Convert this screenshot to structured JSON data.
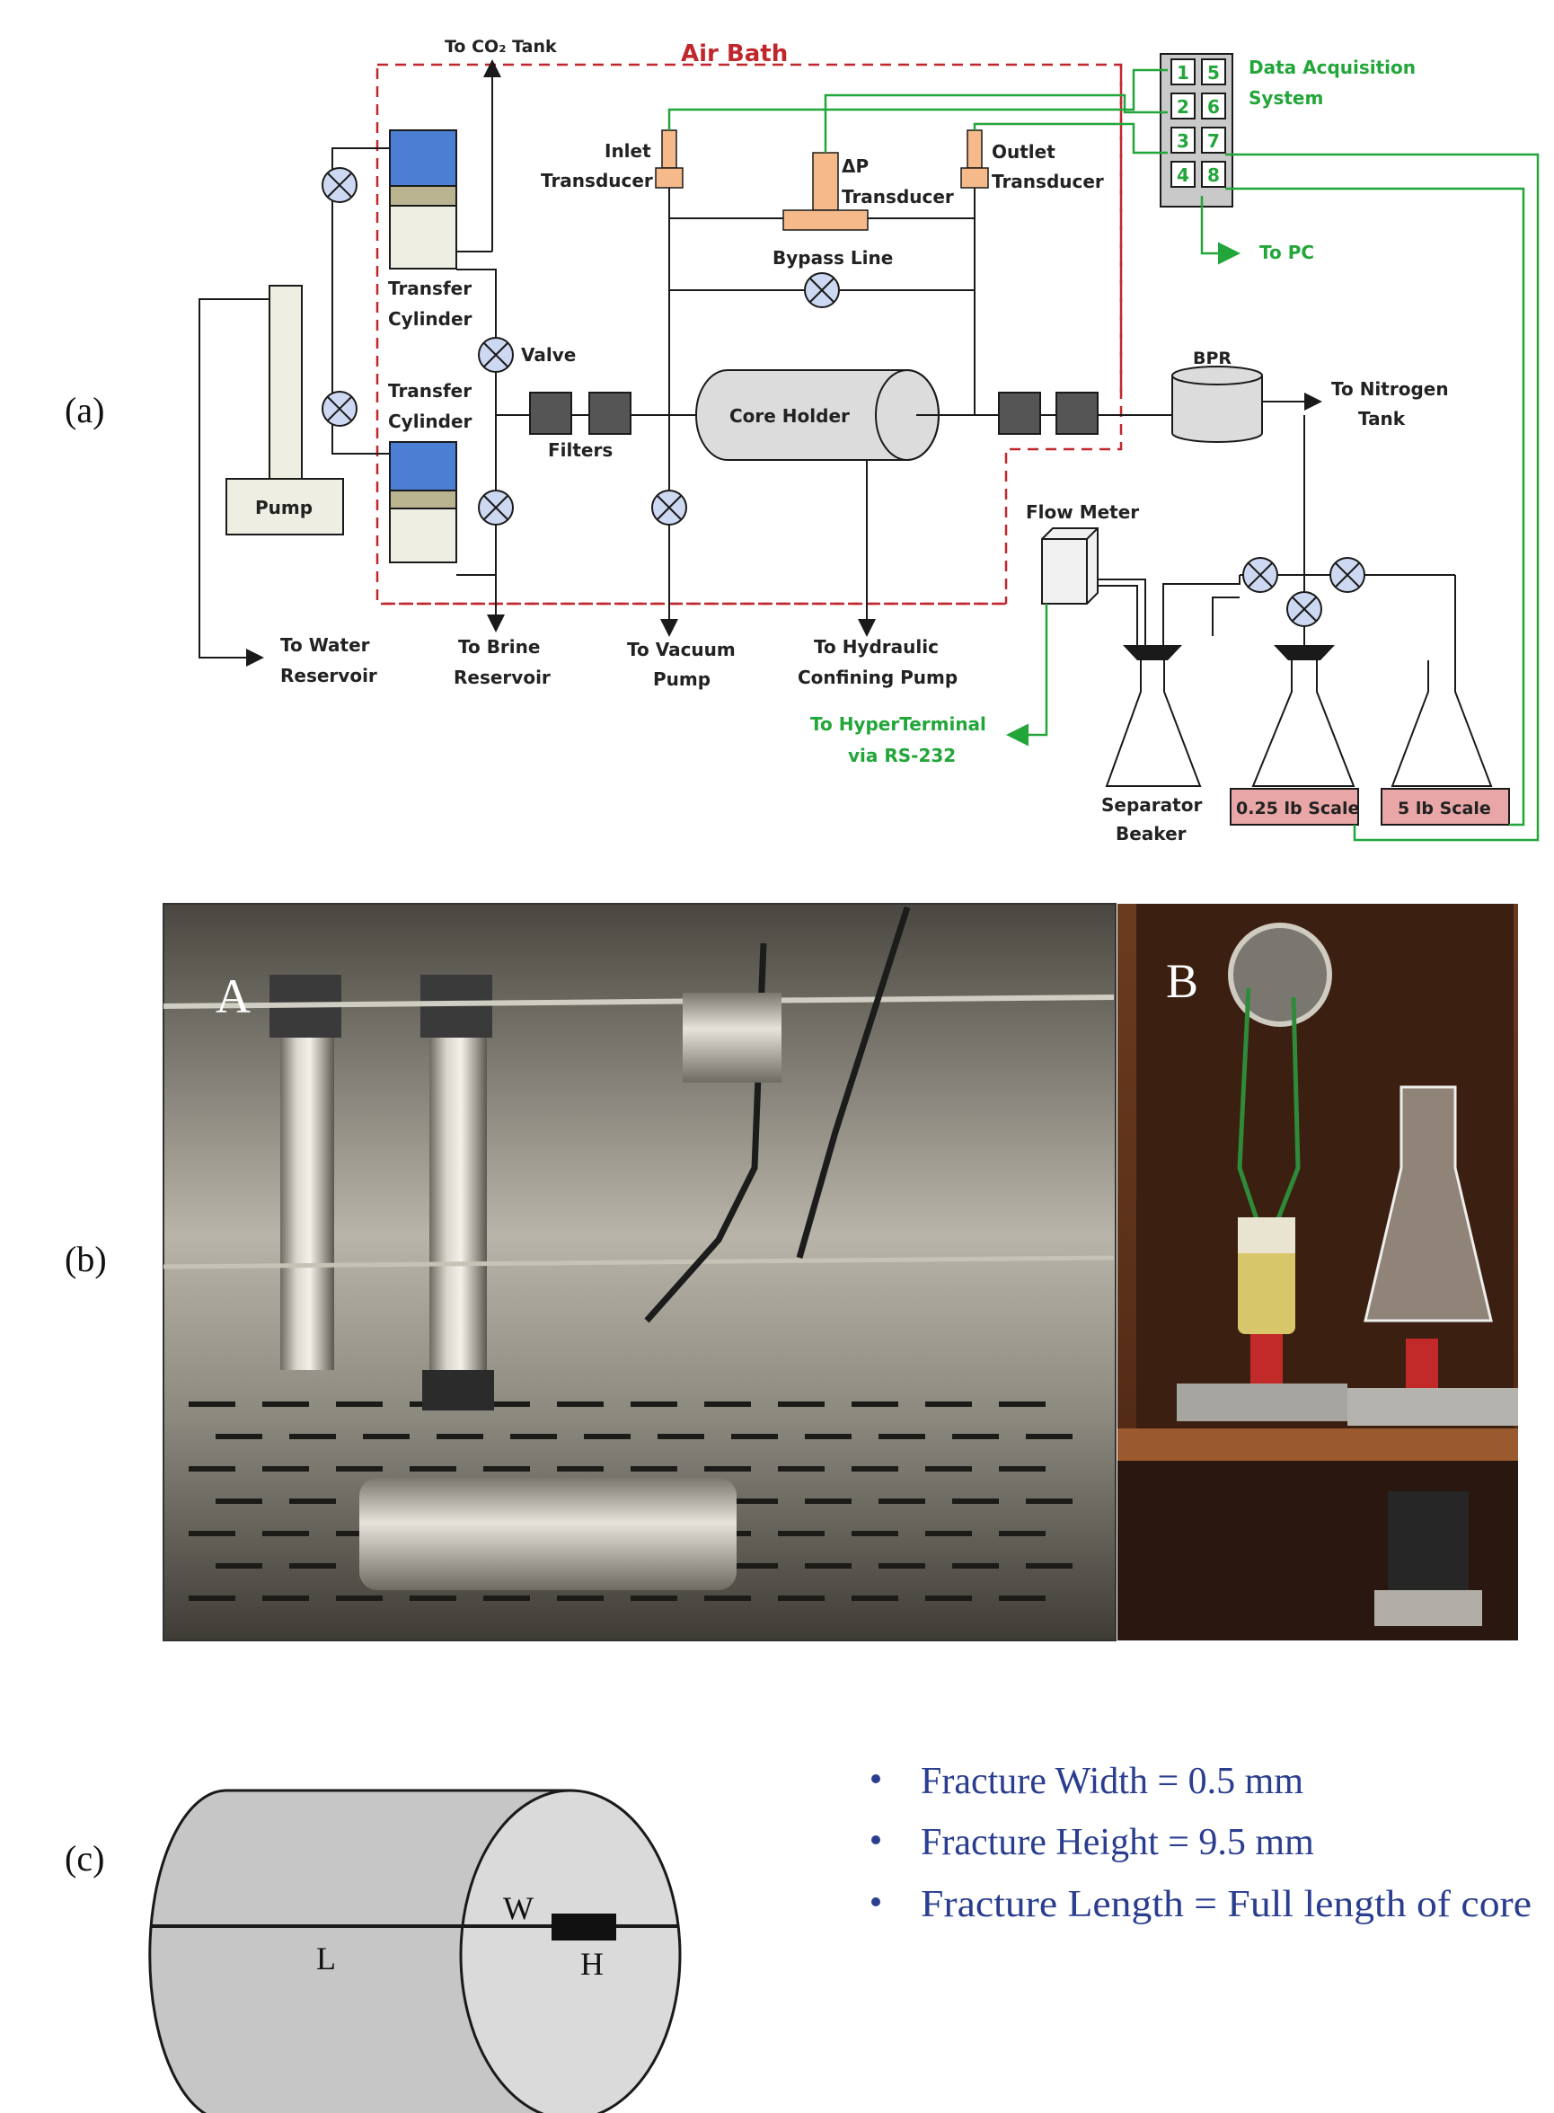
{
  "panels": {
    "a": "(a)",
    "b": "(b)",
    "c": "(c)"
  },
  "schematic": {
    "air_bath": "Air Bath",
    "to_co2_tank": "To CO₂ Tank",
    "data_acq_line1": "Data Acquisition",
    "data_acq_line2": "System",
    "daq_channels": [
      "1",
      "5",
      "2",
      "6",
      "3",
      "7",
      "4",
      "8"
    ],
    "inlet_line1": "Inlet",
    "inlet_line2": "Transducer",
    "dp_line1": "ΔP",
    "dp_line2": "Transducer",
    "outlet_line1": "Outlet",
    "outlet_line2": "Transducer",
    "to_pc": "To PC",
    "bypass_line": "Bypass Line",
    "transfer_cyl_top_1": "Transfer",
    "transfer_cyl_top_2": "Cylinder",
    "transfer_cyl_bot_1": "Transfer",
    "transfer_cyl_bot_2": "Cylinder",
    "valve": "Valve",
    "filters": "Filters",
    "core_holder": "Core Holder",
    "bpr": "BPR",
    "to_nitrogen_1": "To Nitrogen",
    "to_nitrogen_2": "Tank",
    "pump": "Pump",
    "flow_meter": "Flow Meter",
    "to_water_1": "To Water",
    "to_water_2": "Reservoir",
    "to_brine_1": "To Brine",
    "to_brine_2": "Reservoir",
    "to_vacuum_1": "To Vacuum",
    "to_vacuum_2": "Pump",
    "to_hydraulic_1": "To Hydraulic",
    "to_hydraulic_2": "Confining Pump",
    "to_hyper_1": "To HyperTerminal",
    "to_hyper_2": "via RS-232",
    "separator_1": "Separator",
    "separator_2": "Beaker",
    "scale_small": "0.25 lb Scale",
    "scale_large": "5 lb Scale"
  },
  "photos": {
    "left_label": "A",
    "right_label": "B"
  },
  "core": {
    "W": "W",
    "L": "L",
    "H": "H",
    "bullets": [
      "Fracture Width = 0.5 mm",
      "Fracture Height = 9.5 mm",
      "Fracture Length = Full length of core"
    ]
  },
  "colors": {
    "green_signal": "#22a63a",
    "air_bath_red": "#c0272d",
    "cylinder_blue": "#4a7fd4",
    "cylinder_tan": "#b9b38f",
    "transducer_orange": "#f5b98a",
    "scale_pink": "#e8a6a6",
    "bullet_blue": "#2a3d8f"
  }
}
